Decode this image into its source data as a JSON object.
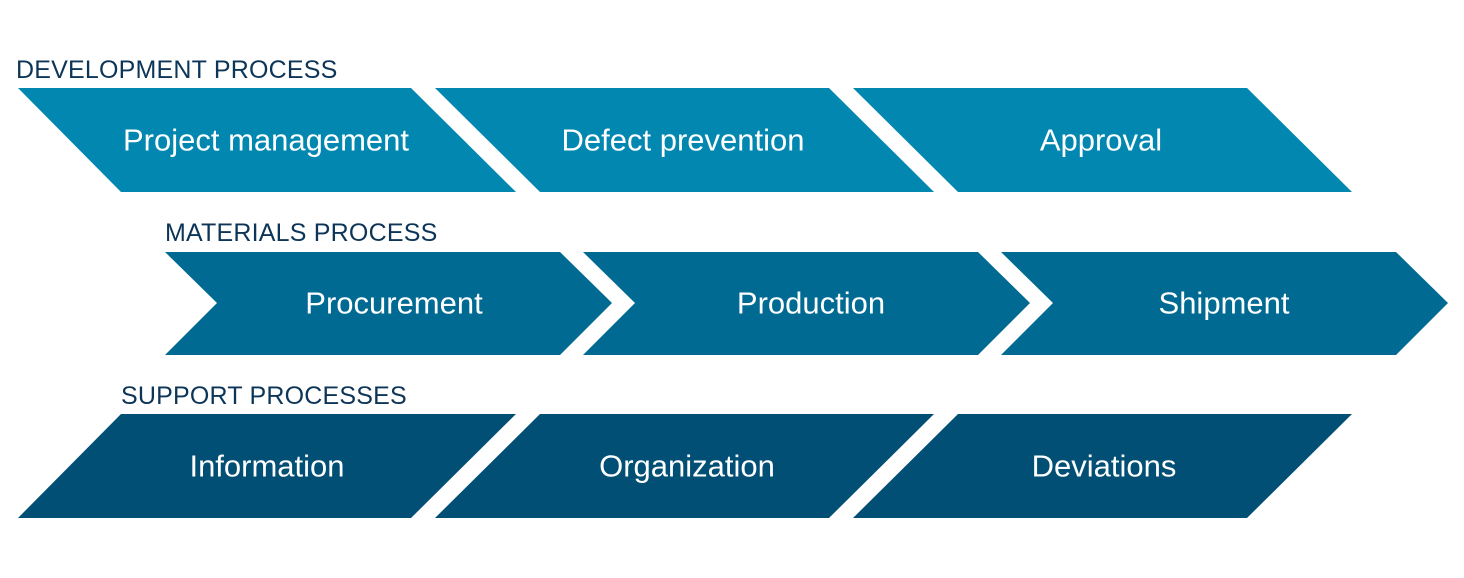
{
  "colors": {
    "label_text": "#0d3558",
    "development": "#0287b0",
    "materials": "#006a92",
    "support": "#024f75",
    "step_text": "#ffffff"
  },
  "rows": [
    {
      "label": "DEVELOPMENT PROCESS",
      "steps": [
        "Project management",
        "Defect prevention",
        "Approval"
      ]
    },
    {
      "label": "MATERIALS PROCESS",
      "steps": [
        "Procurement",
        "Production",
        "Shipment"
      ]
    },
    {
      "label": "SUPPORT PROCESSES",
      "steps": [
        "Information",
        "Organization",
        "Deviations"
      ]
    }
  ]
}
